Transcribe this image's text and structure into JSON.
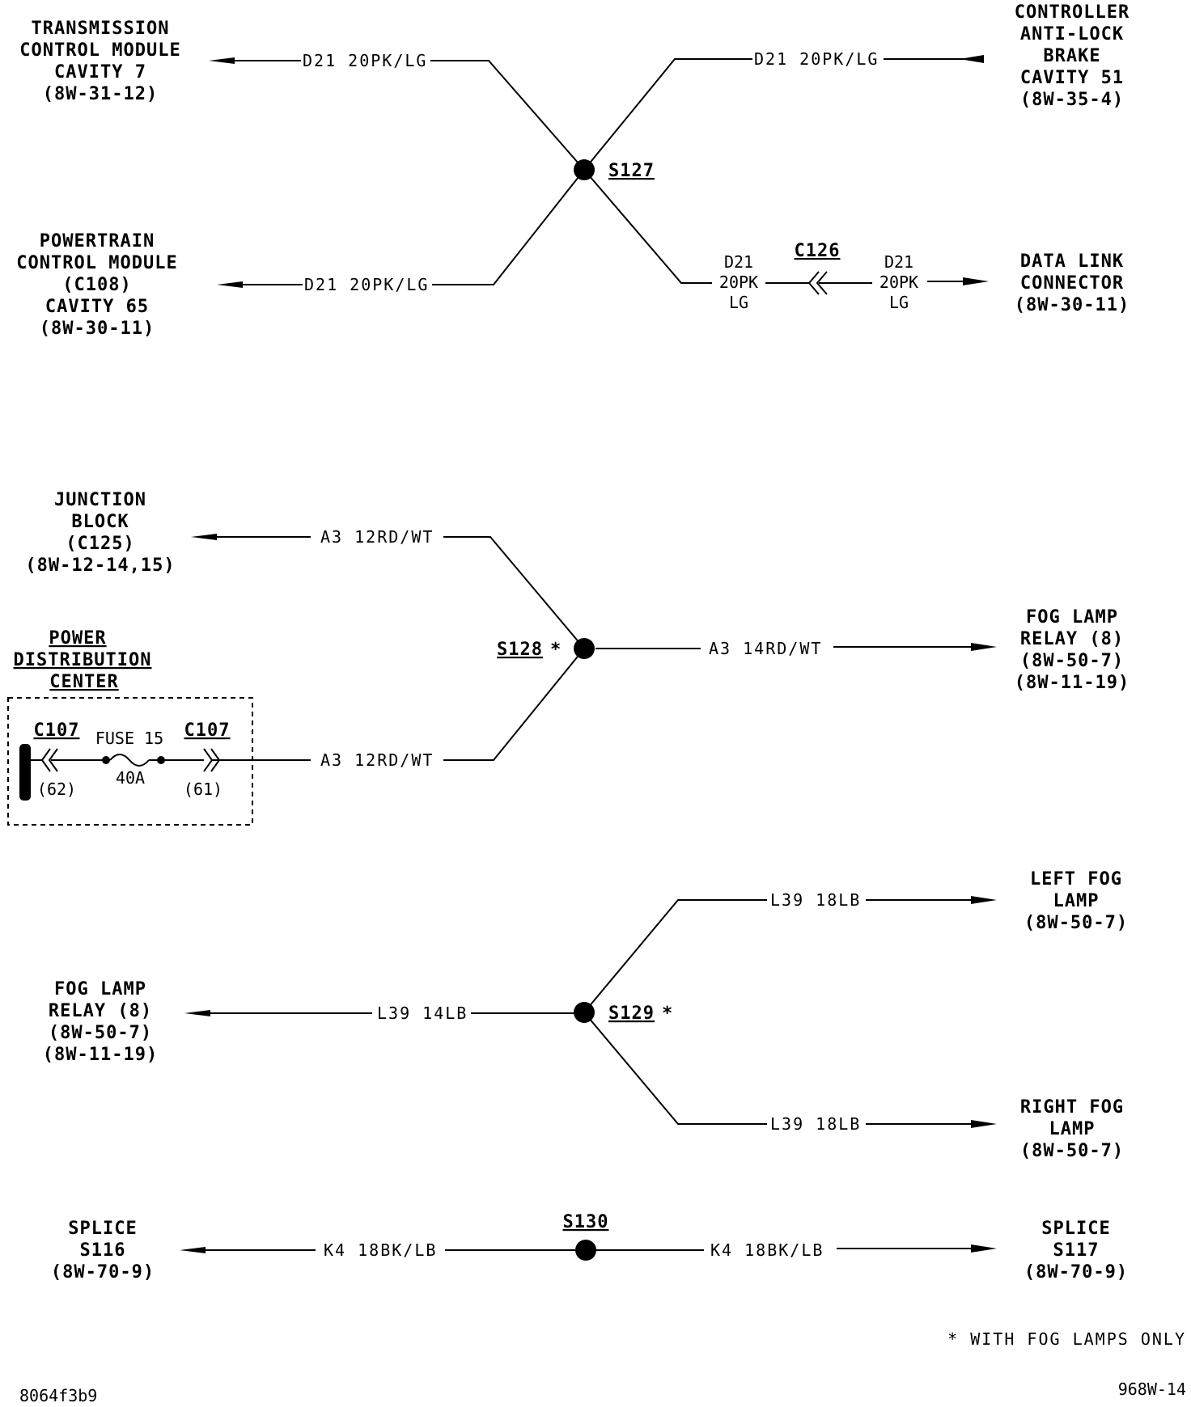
{
  "colors": {
    "ink": "#000000",
    "background": "#ffffff"
  },
  "components": {
    "tcm": [
      "TRANSMISSION",
      "CONTROL MODULE",
      "CAVITY 7",
      "(8W-31-12)"
    ],
    "abs": [
      "CONTROLLER",
      "ANTI-LOCK",
      "BRAKE",
      "CAVITY 51",
      "(8W-35-4)"
    ],
    "pcm": [
      "POWERTRAIN",
      "CONTROL MODULE",
      "(C108)",
      "CAVITY 65",
      "(8W-30-11)"
    ],
    "dlc": [
      "DATA LINK",
      "CONNECTOR",
      "(8W-30-11)"
    ],
    "junction_block": [
      "JUNCTION",
      "BLOCK",
      "(C125)",
      "(8W-12-14,15)"
    ],
    "pdc": [
      "POWER",
      "DISTRIBUTION",
      "CENTER"
    ],
    "fog_relay_right": [
      "FOG LAMP",
      "RELAY (8)",
      "(8W-50-7)",
      "(8W-11-19)"
    ],
    "left_fog": [
      "LEFT FOG",
      "LAMP",
      "(8W-50-7)"
    ],
    "fog_relay_left": [
      "FOG LAMP",
      "RELAY (8)",
      "(8W-50-7)",
      "(8W-11-19)"
    ],
    "right_fog": [
      "RIGHT FOG",
      "LAMP",
      "(8W-50-7)"
    ],
    "splice_s116": [
      "SPLICE",
      "S116",
      "(8W-70-9)"
    ],
    "splice_s117": [
      "SPLICE",
      "S117",
      "(8W-70-9)"
    ]
  },
  "wires": {
    "w_tcm": "D21 20PK/LG",
    "w_abs": "D21 20PK/LG",
    "w_pcm": "D21 20PK/LG",
    "w_dlc_left": [
      "D21",
      "20PK",
      "LG"
    ],
    "w_dlc_right": [
      "D21",
      "20PK",
      "LG"
    ],
    "w_jb": "A3 12RD/WT",
    "w_pdc": "A3 12RD/WT",
    "w_fog_relay": "A3 14RD/WT",
    "w_left_fog": "L39 18LB",
    "w_relay_l39": "L39 14LB",
    "w_right_fog": "L39 18LB",
    "w_s116": "K4 18BK/LB",
    "w_s117": "K4 18BK/LB"
  },
  "splices": {
    "s127": "S127",
    "s128": "S128",
    "s129": "S129",
    "s130": "S130",
    "asterisk": "*"
  },
  "connectors": {
    "c126": "C126",
    "c107_left": "C107",
    "c107_right": "C107",
    "pin_left": "(62)",
    "pin_right": "(61)"
  },
  "fuse": {
    "label": "FUSE 15",
    "rating": "40A"
  },
  "footnote": "* WITH FOG LAMPS ONLY",
  "code_left": "8064f3b9",
  "code_right": "968W-14"
}
